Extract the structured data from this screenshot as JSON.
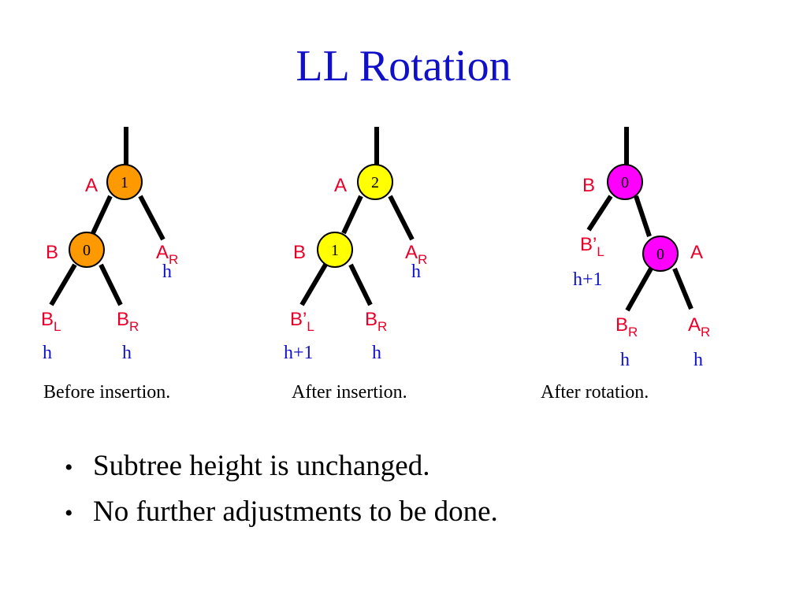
{
  "title": "LL Rotation",
  "colors": {
    "title": "#1010c8",
    "label": "#e8002a",
    "height": "#1010c8",
    "orange_node": "#ff9900",
    "yellow_node": "#ffff00",
    "magenta_node": "#ff00ff"
  },
  "trees": [
    {
      "caption": "Before insertion.",
      "nodes": {
        "top": {
          "label": "A",
          "factor": "1"
        },
        "child": {
          "label": "B",
          "factor": "0"
        }
      },
      "subtrees": {
        "left": {
          "main": "B",
          "sub": "L",
          "height": "h"
        },
        "mid": {
          "main": "B",
          "sub": "R",
          "height": "h"
        },
        "right": {
          "main": "A",
          "sub": "R",
          "height": "h"
        }
      }
    },
    {
      "caption": "After insertion.",
      "nodes": {
        "top": {
          "label": "A",
          "factor": "2"
        },
        "child": {
          "label": "B",
          "factor": "1"
        }
      },
      "subtrees": {
        "left": {
          "main": "B’",
          "sub": "L",
          "height": "h+1"
        },
        "mid": {
          "main": "B",
          "sub": "R",
          "height": "h"
        },
        "right": {
          "main": "A",
          "sub": "R",
          "height": "h"
        }
      }
    },
    {
      "caption": "After rotation.",
      "nodes": {
        "top": {
          "label": "B",
          "factor": "0"
        },
        "child": {
          "label": "A",
          "factor": "0"
        }
      },
      "subtrees": {
        "left": {
          "main": "B’",
          "sub": "L",
          "height": "h+1"
        },
        "mid": {
          "main": "B",
          "sub": "R",
          "height": "h"
        },
        "right": {
          "main": "A",
          "sub": "R",
          "height": "h"
        }
      }
    }
  ],
  "bullets": [
    "Subtree height is unchanged.",
    "No further adjustments to be done."
  ]
}
